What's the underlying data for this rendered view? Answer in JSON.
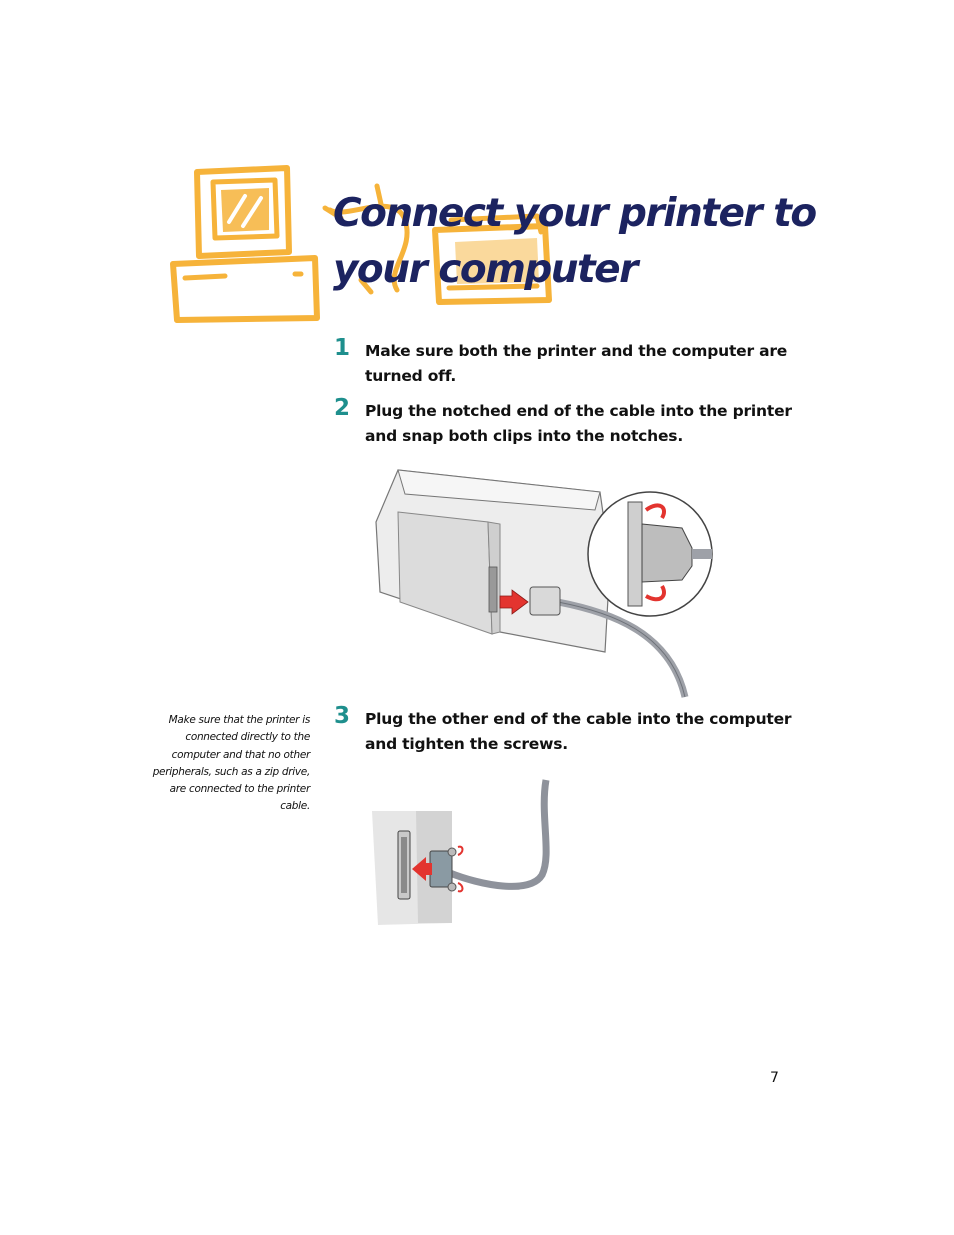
{
  "title": "Connect your printer to your computer",
  "steps": [
    {
      "number": "1",
      "text": "Make sure both the printer and the computer are turned off."
    },
    {
      "number": "2",
      "text": "Plug the notched end of the cable into the printer and snap both clips into the notches."
    },
    {
      "number": "3",
      "text": "Plug the other end of the cable into the computer and tighten the screws."
    }
  ],
  "side_note": "Make sure that the printer is connected directly to the computer and that no other peripherals, such as a zip drive, are connected to the printer cable.",
  "page_number": "7",
  "colors": {
    "accent_orange": "#f6b33a",
    "title_navy": "#1c2360",
    "step_teal": "#1e8f8d",
    "arrow_red": "#e3342f"
  }
}
